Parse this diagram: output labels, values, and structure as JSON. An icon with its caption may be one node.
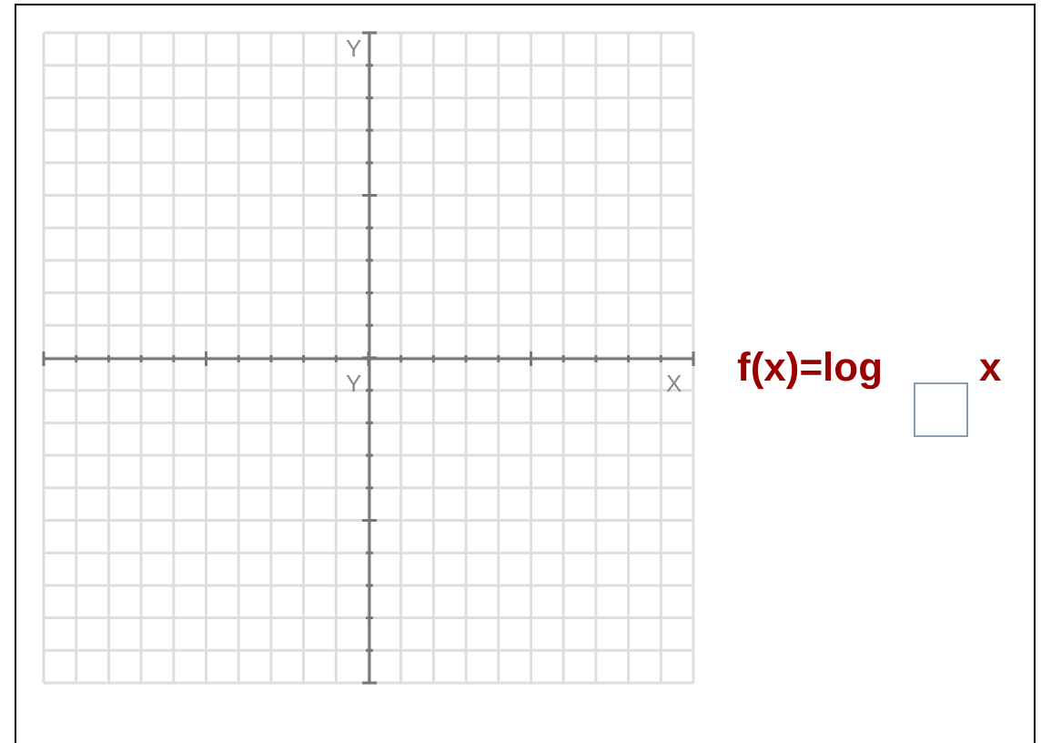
{
  "diagram": {
    "labels": [
      "Y",
      "Y",
      "X",
      "f(x)=log",
      "x"
    ]
  }
}
